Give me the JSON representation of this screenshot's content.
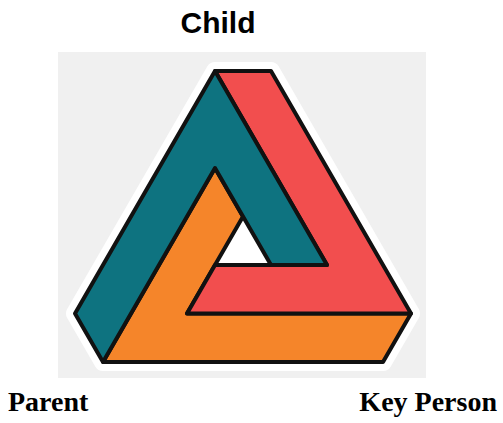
{
  "diagram": {
    "labels": [
      "Child",
      "Parent",
      "Key Person"
    ]
  }
}
